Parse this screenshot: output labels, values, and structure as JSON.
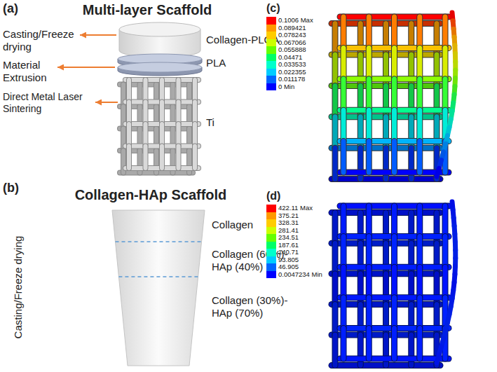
{
  "diagram": {
    "labels": [
      "(a)",
      "Multi-layer Scaffold",
      "Casting/Freeze drying",
      "Material Extrusion",
      "Direct Metal Laser Sintering",
      "Collagen-PLGA",
      "PLA",
      "Ti",
      "(b)",
      "Collagen-HAp Scaffold",
      "Casting/Freeze drying",
      "Collagen",
      "Collagen (60%)- HAp (40%)",
      "Collagen (30%)- HAp (70%)",
      "(c)",
      "(d)"
    ],
    "legend": [
      {
        "text": "0.1006 Max",
        "color": "#ff0000"
      },
      {
        "text": "0.089421",
        "color": "#ff9900"
      },
      {
        "text": "0.078243",
        "color": "#ffcc00"
      },
      {
        "text": "0.067066",
        "color": "#ccff00"
      },
      {
        "text": "0.055888",
        "color": "#66ff00"
      },
      {
        "text": "0.04471",
        "color": "#00ff66"
      },
      {
        "text": "0.033533",
        "color": "#00ffcc"
      },
      {
        "text": "0.022355",
        "color": "#00ccff"
      },
      {
        "text": "0.011178",
        "color": "#0066ff"
      },
      {
        "text": "0 Min",
        "color": "#0000ff"
      },
      {
        "text": "422.11 Max",
        "color": "#ff0000"
      },
      {
        "text": "375.21",
        "color": "#ff9900"
      },
      {
        "text": "328.31",
        "color": "#ffcc00"
      },
      {
        "text": "281.41",
        "color": "#ccff00"
      },
      {
        "text": "234.51",
        "color": "#66ff00"
      },
      {
        "text": "187.61",
        "color": "#00ff66"
      },
      {
        "text": "140.71",
        "color": "#00ffcc"
      },
      {
        "text": "93.805",
        "color": "#00ccff"
      },
      {
        "text": "46.905",
        "color": "#0066ff"
      },
      {
        "text": "0.0047234 Min",
        "color": "#0000ff"
      }
    ]
  }
}
